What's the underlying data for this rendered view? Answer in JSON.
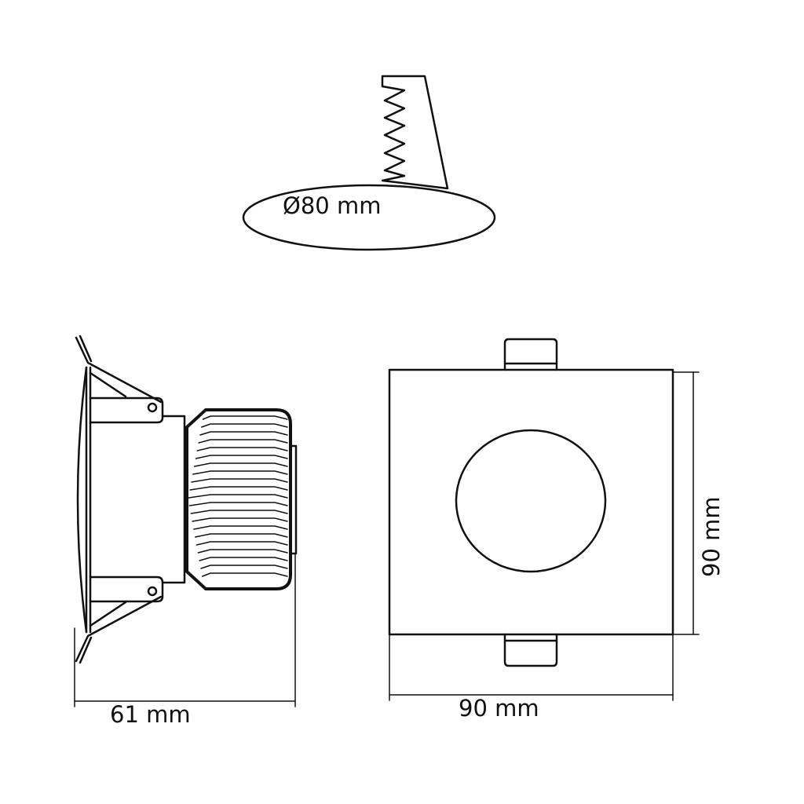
{
  "cutout": {
    "label": "Ø80 mm"
  },
  "side_view": {
    "depth_label": "61 mm"
  },
  "front_view": {
    "width_label": "90 mm",
    "height_label": "90 mm"
  },
  "colors": {
    "line": "#111111",
    "background": "#ffffff"
  }
}
